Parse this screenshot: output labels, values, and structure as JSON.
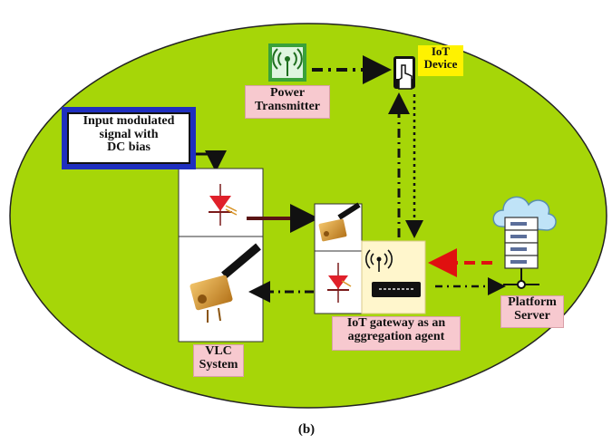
{
  "labels": {
    "power_transmitter": [
      "Power",
      "Transmitter"
    ],
    "iot_device": [
      "IoT",
      "Device"
    ],
    "input_signal": [
      "Input modulated",
      "signal with",
      "DC bias"
    ],
    "vlc_system": [
      "VLC",
      "System"
    ],
    "iot_gateway": [
      "IoT gateway as an",
      "aggregation agent"
    ],
    "platform_server": [
      "Platform",
      "Server"
    ],
    "caption": "(b)"
  },
  "colors": {
    "ellipse_fill": "#a6d608",
    "label_pink": "#f7c9cf",
    "label_yellow": "#fff200",
    "input_border": "#1f2fbf",
    "gateway_fill": "#fff6cc",
    "arrow_red": "#e01010",
    "led_red": "#e0202a",
    "antenna_green": "#3aa13a",
    "cloud_blue": "#bfe3f7",
    "server_blue": "#5b6e9a",
    "device_gold": "#d9962a"
  },
  "icons": [
    "wifi-antenna-icon",
    "hand-device-icon",
    "led-icon",
    "photodiode-icon",
    "cloud-server-icon",
    "optical-device-icon"
  ]
}
